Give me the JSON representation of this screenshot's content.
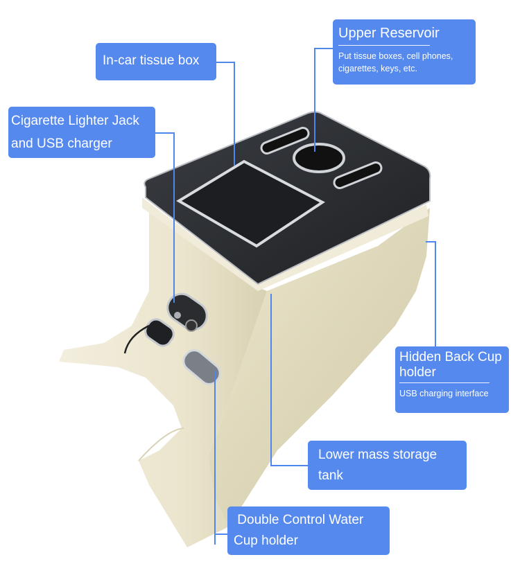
{
  "labels": {
    "upper_reservoir": {
      "title": "Upper Reservoir",
      "subtitle": "Put tissue boxes, cell phones, cigarettes, keys, etc."
    },
    "tissue_box": {
      "title": "In-car tissue box"
    },
    "lighter_jack": {
      "title_line1": "Cigarette Lighter Jack",
      "title_line2": "and USB charger"
    },
    "hidden_cup": {
      "title_line1": "Hidden Back Cup",
      "title_line2": "holder",
      "subtitle": "USB charging interface"
    },
    "lower_storage": {
      "title_line1": "Lower mass storage",
      "title_line2": "tank"
    },
    "water_cup": {
      "title_line1": " Double Control Water",
      "title_line2": "Cup holder"
    }
  },
  "colors": {
    "label_bg": "#5589ee",
    "connector": "#4f86ee",
    "console_body": "#ece6cf",
    "console_top": "#2c2f33",
    "chrome": "#c9ccd0"
  }
}
